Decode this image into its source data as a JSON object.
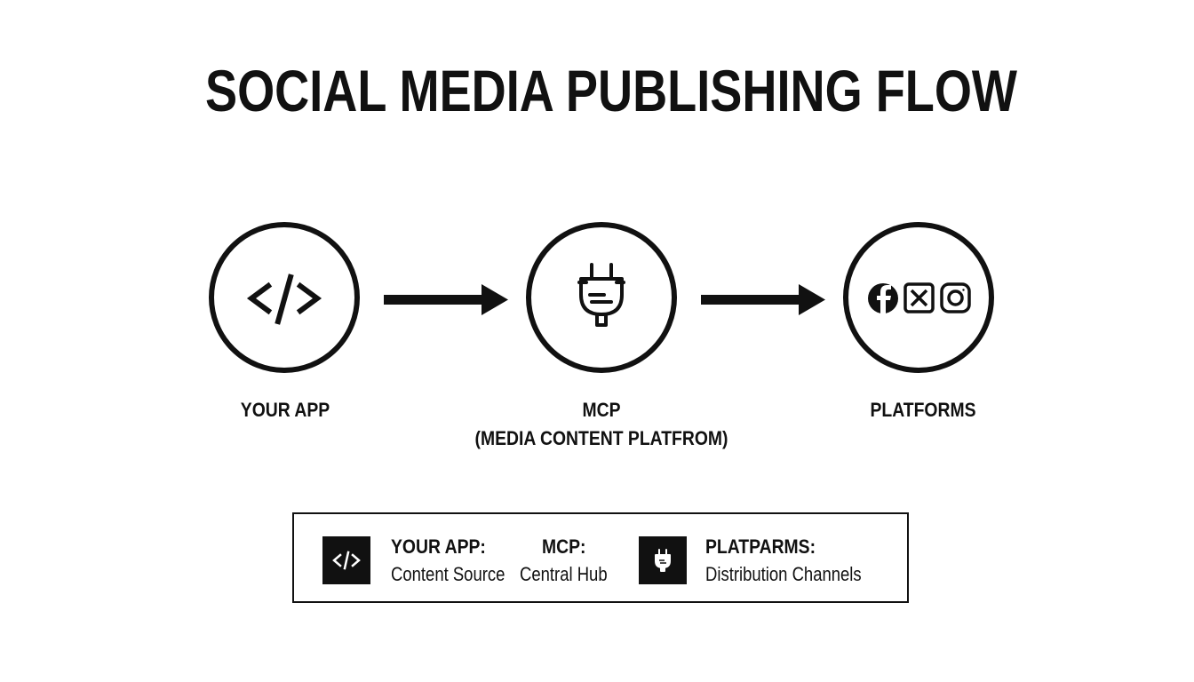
{
  "title": "SOCIAL MEDIA PUBLISHING FLOW",
  "nodes": [
    {
      "label": "YOUR APP",
      "icon": "code-icon"
    },
    {
      "label": "MCP",
      "sublabel": "(MEDIA CONTENT PLATFROM)",
      "icon": "plug-icon"
    },
    {
      "label": "PLATFORMS",
      "icons": [
        "facebook-icon",
        "x-icon",
        "instagram-icon"
      ]
    }
  ],
  "legend": {
    "items": [
      {
        "head": "YOUR APP:",
        "sub": "Content Source",
        "icon": "code-icon"
      },
      {
        "head": "MCP:",
        "sub": "Central Hub"
      },
      {
        "head": "PLATPARMS:",
        "sub": "Distribution Channels",
        "icon": "plug-icon"
      }
    ]
  },
  "colors": {
    "ink": "#111111",
    "background": "#ffffff"
  }
}
